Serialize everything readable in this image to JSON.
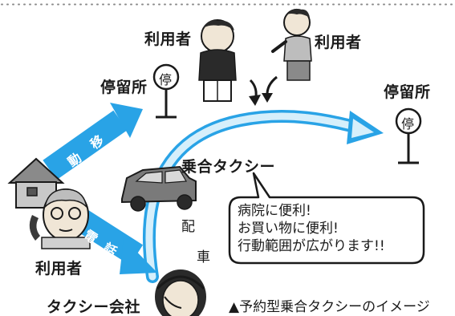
{
  "labels": {
    "user_top_left": "利用者",
    "user_top_right": "利用者",
    "user_bottom": "利用者",
    "stop_left": "停留所",
    "stop_right": "停留所",
    "stop_sign": "停",
    "shared_taxi": "乗合タクシー",
    "taxi_company": "タクシー会社",
    "dispatch_1": "配",
    "dispatch_2": "車",
    "move_1": "移",
    "move_2": "動",
    "phone_1": "電",
    "phone_2": "話"
  },
  "bubble": {
    "lines": [
      "病院に便利!",
      "お買い物に便利!",
      "行動範囲が広がります!!"
    ]
  },
  "caption": "▲予約型乗合タクシーのイメージ",
  "colors": {
    "arrow_blue": "#29a3e6",
    "arrow_light": "#bfe6f8",
    "ink": "#1a1a1a"
  }
}
